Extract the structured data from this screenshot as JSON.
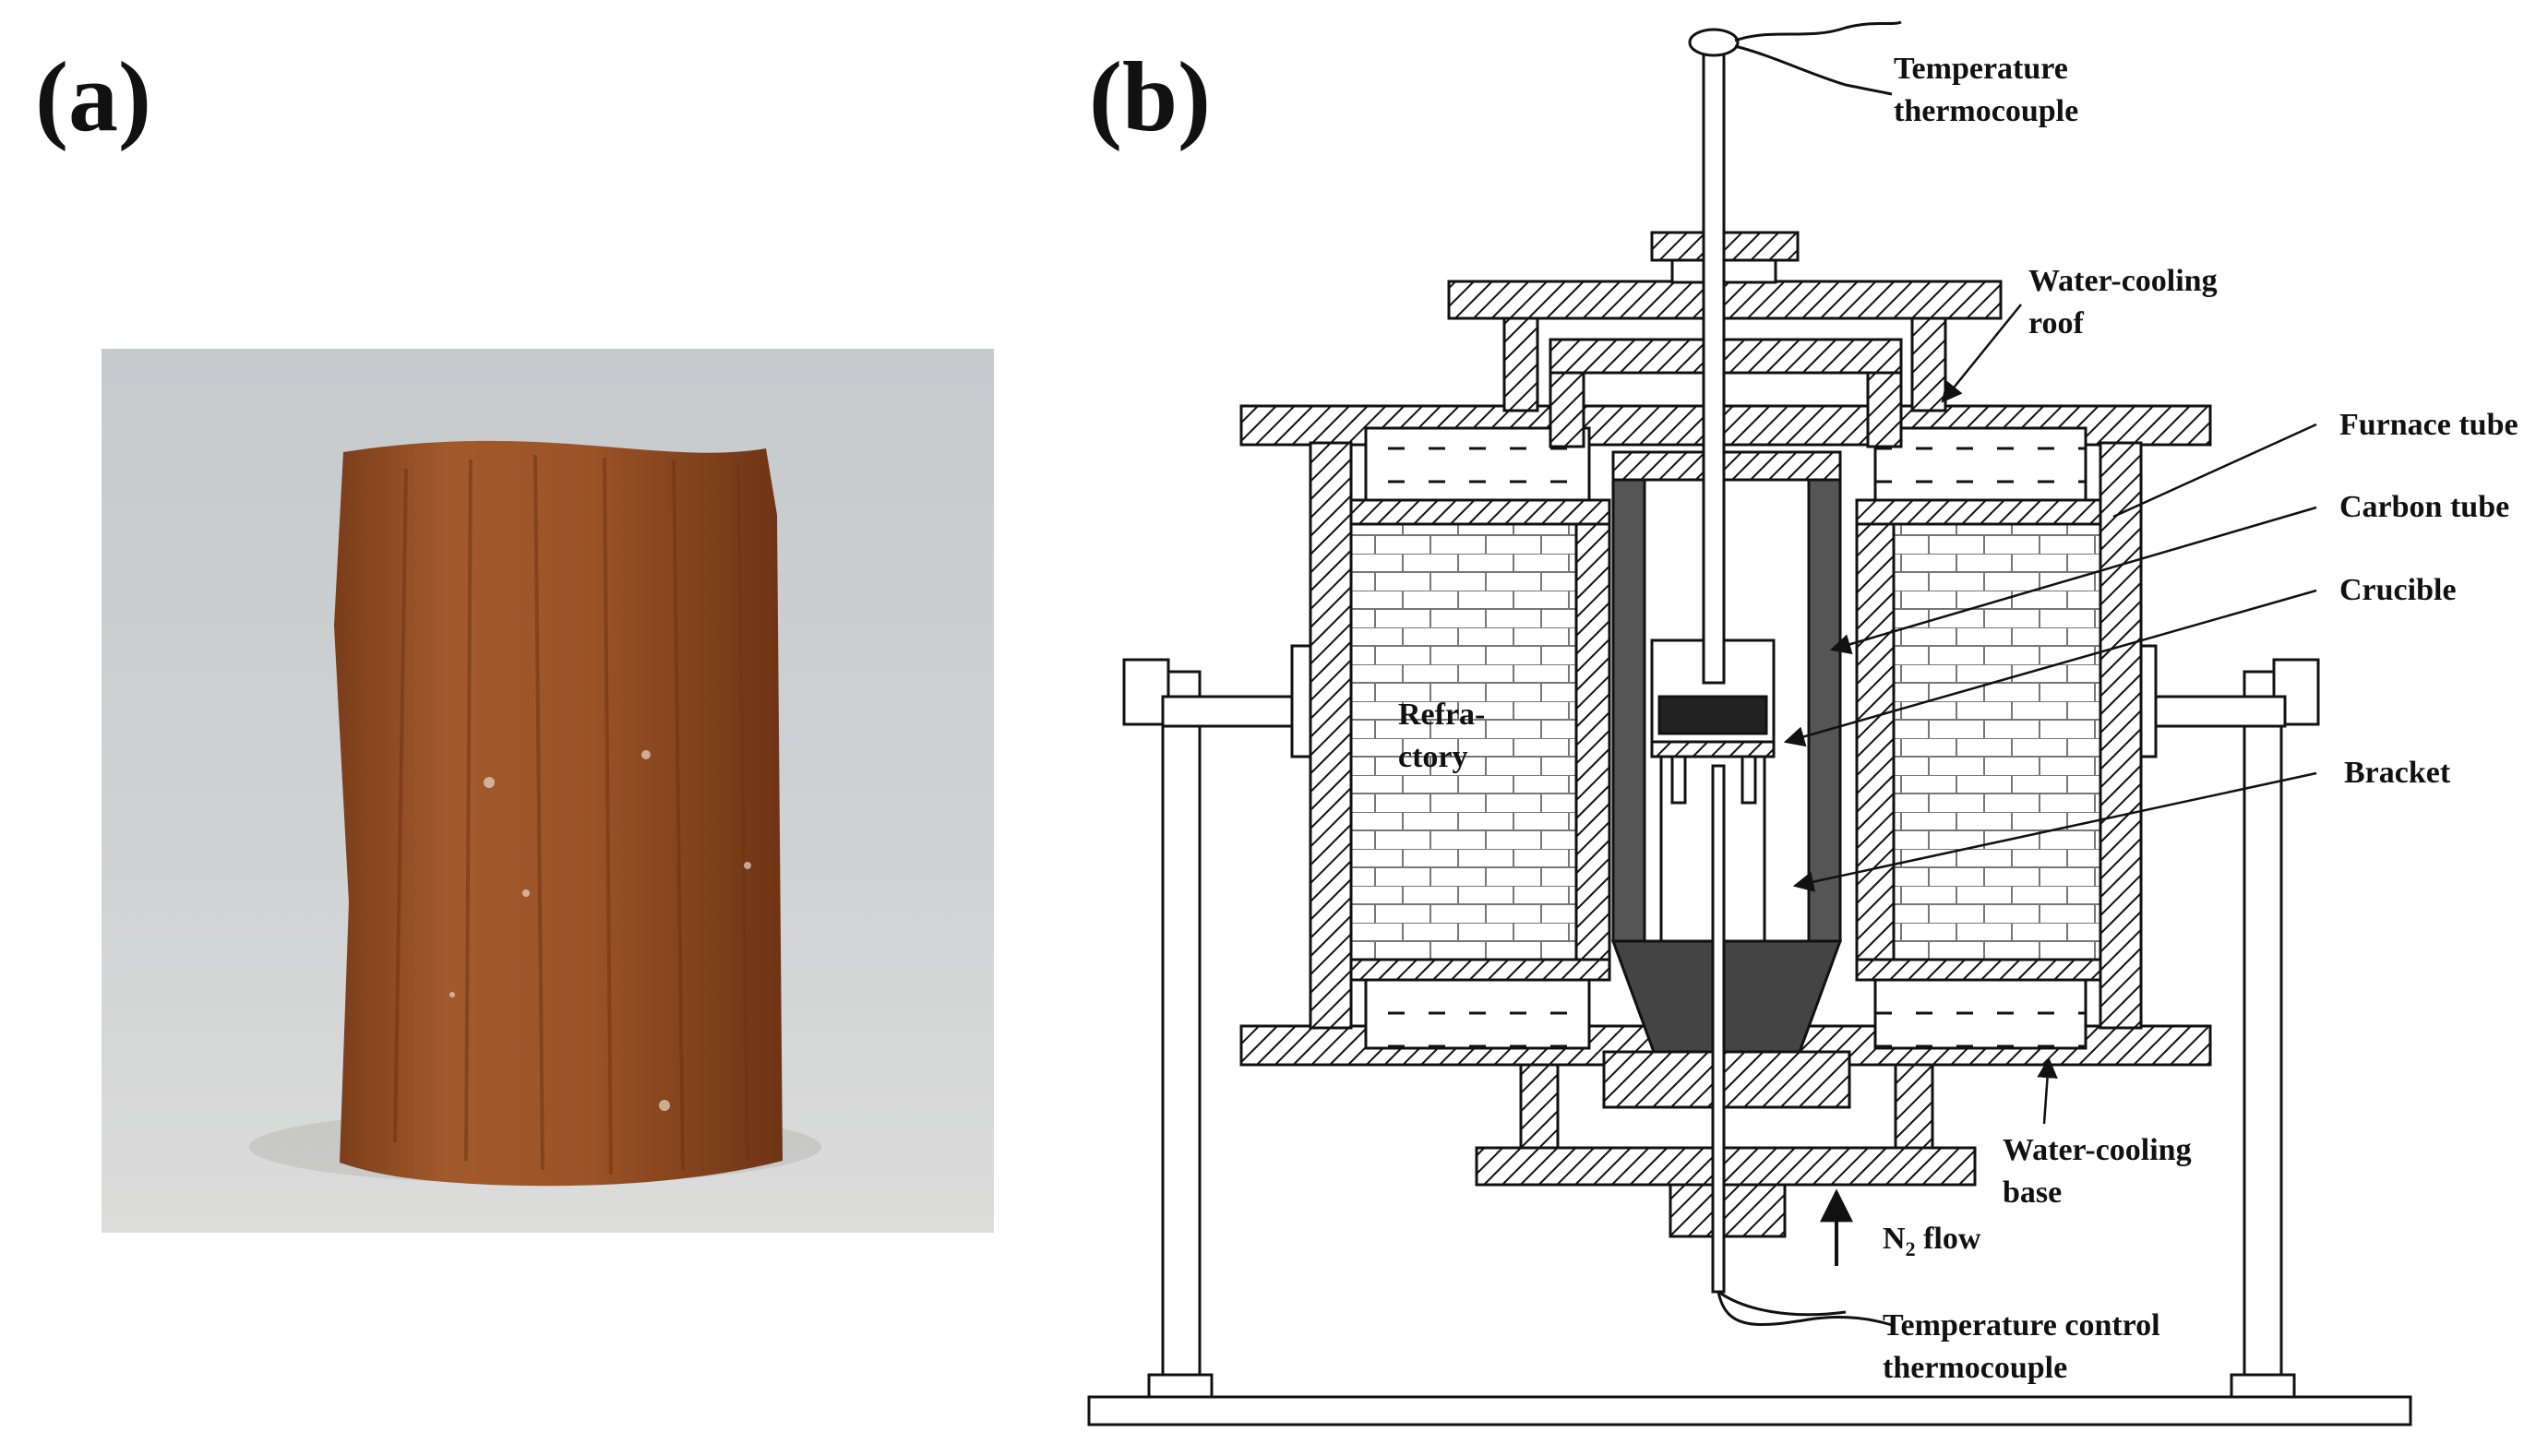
{
  "panels": {
    "a": {
      "label": "(a)"
    },
    "b": {
      "label": "(b)"
    }
  },
  "labels": {
    "temperature_thermocouple": [
      "Temperature",
      "thermocouple"
    ],
    "water_cooling_roof": [
      "Water-cooling",
      "roof"
    ],
    "furnace_tube": "Furnace tube",
    "carbon_tube": "Carbon tube",
    "crucible": "Crucible",
    "bracket": "Bracket",
    "refractory": [
      "Refra-",
      "ctory"
    ],
    "water_cooling_base": [
      "Water-cooling",
      "base"
    ],
    "n2_flow": {
      "prefix": "N",
      "subscript": "2",
      "suffix": " flow"
    },
    "temperature_control_thermocouple": [
      "Temperature control",
      "thermocouple"
    ]
  },
  "colors": {
    "ink": "#111111",
    "sample_brown": "#9a5226",
    "photo_background": "#cfd2d3"
  }
}
